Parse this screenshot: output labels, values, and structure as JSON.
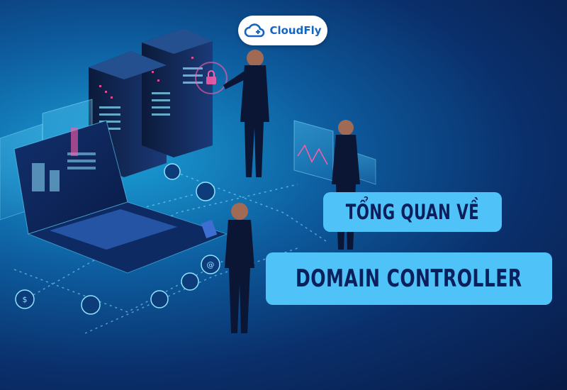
{
  "brand": {
    "name": "CloudFly",
    "icon": "cloud-icon",
    "color": "#1565c0"
  },
  "headline": {
    "line1": "TỔNG QUAN VỀ",
    "line2": "DOMAIN CONTROLLER",
    "box_color": "#4fc3f7",
    "text_color": "#0a1f5c"
  },
  "illustration": {
    "icons": [
      "lock-icon",
      "wifi-icon",
      "bar-chart-icon",
      "cloud-icon",
      "at-sign-icon",
      "gear-icon",
      "dollar-icon",
      "pie-chart-icon",
      "globe-icon"
    ]
  }
}
